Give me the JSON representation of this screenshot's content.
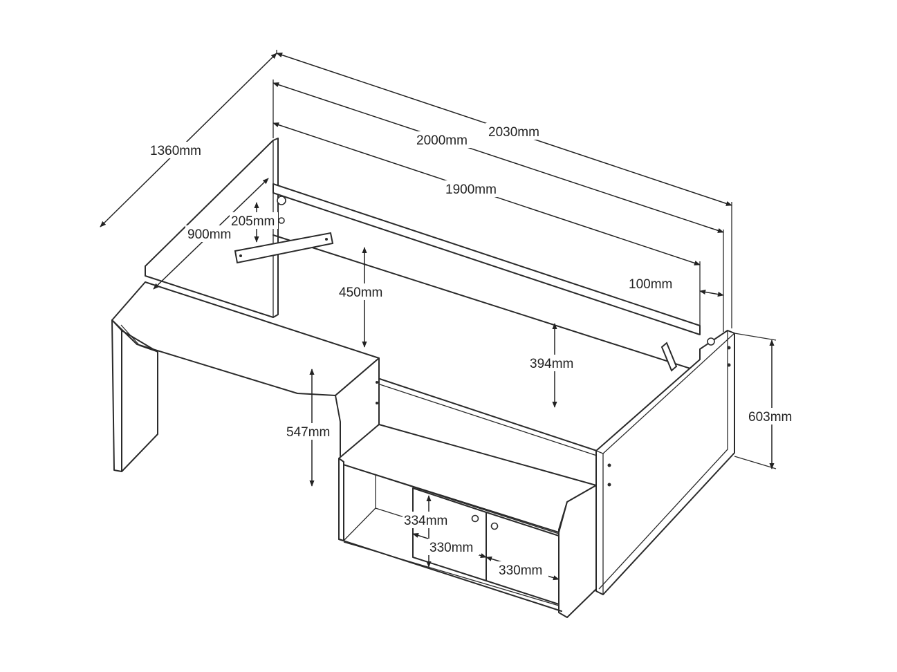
{
  "dimensions": {
    "overall_length": "2030mm",
    "frame_length": "2000mm",
    "mattress_length": "1900mm",
    "overall_width": "1360mm",
    "mattress_width": "900mm",
    "rail_height": "205mm",
    "desk_clearance": "450mm",
    "underbed_height": "394mm",
    "headboard_offset": "100mm",
    "overall_height": "603mm",
    "desk_height": "547mm",
    "shelf_height": "334mm",
    "compartment_width_left": "330mm",
    "compartment_width_right": "330mm"
  }
}
